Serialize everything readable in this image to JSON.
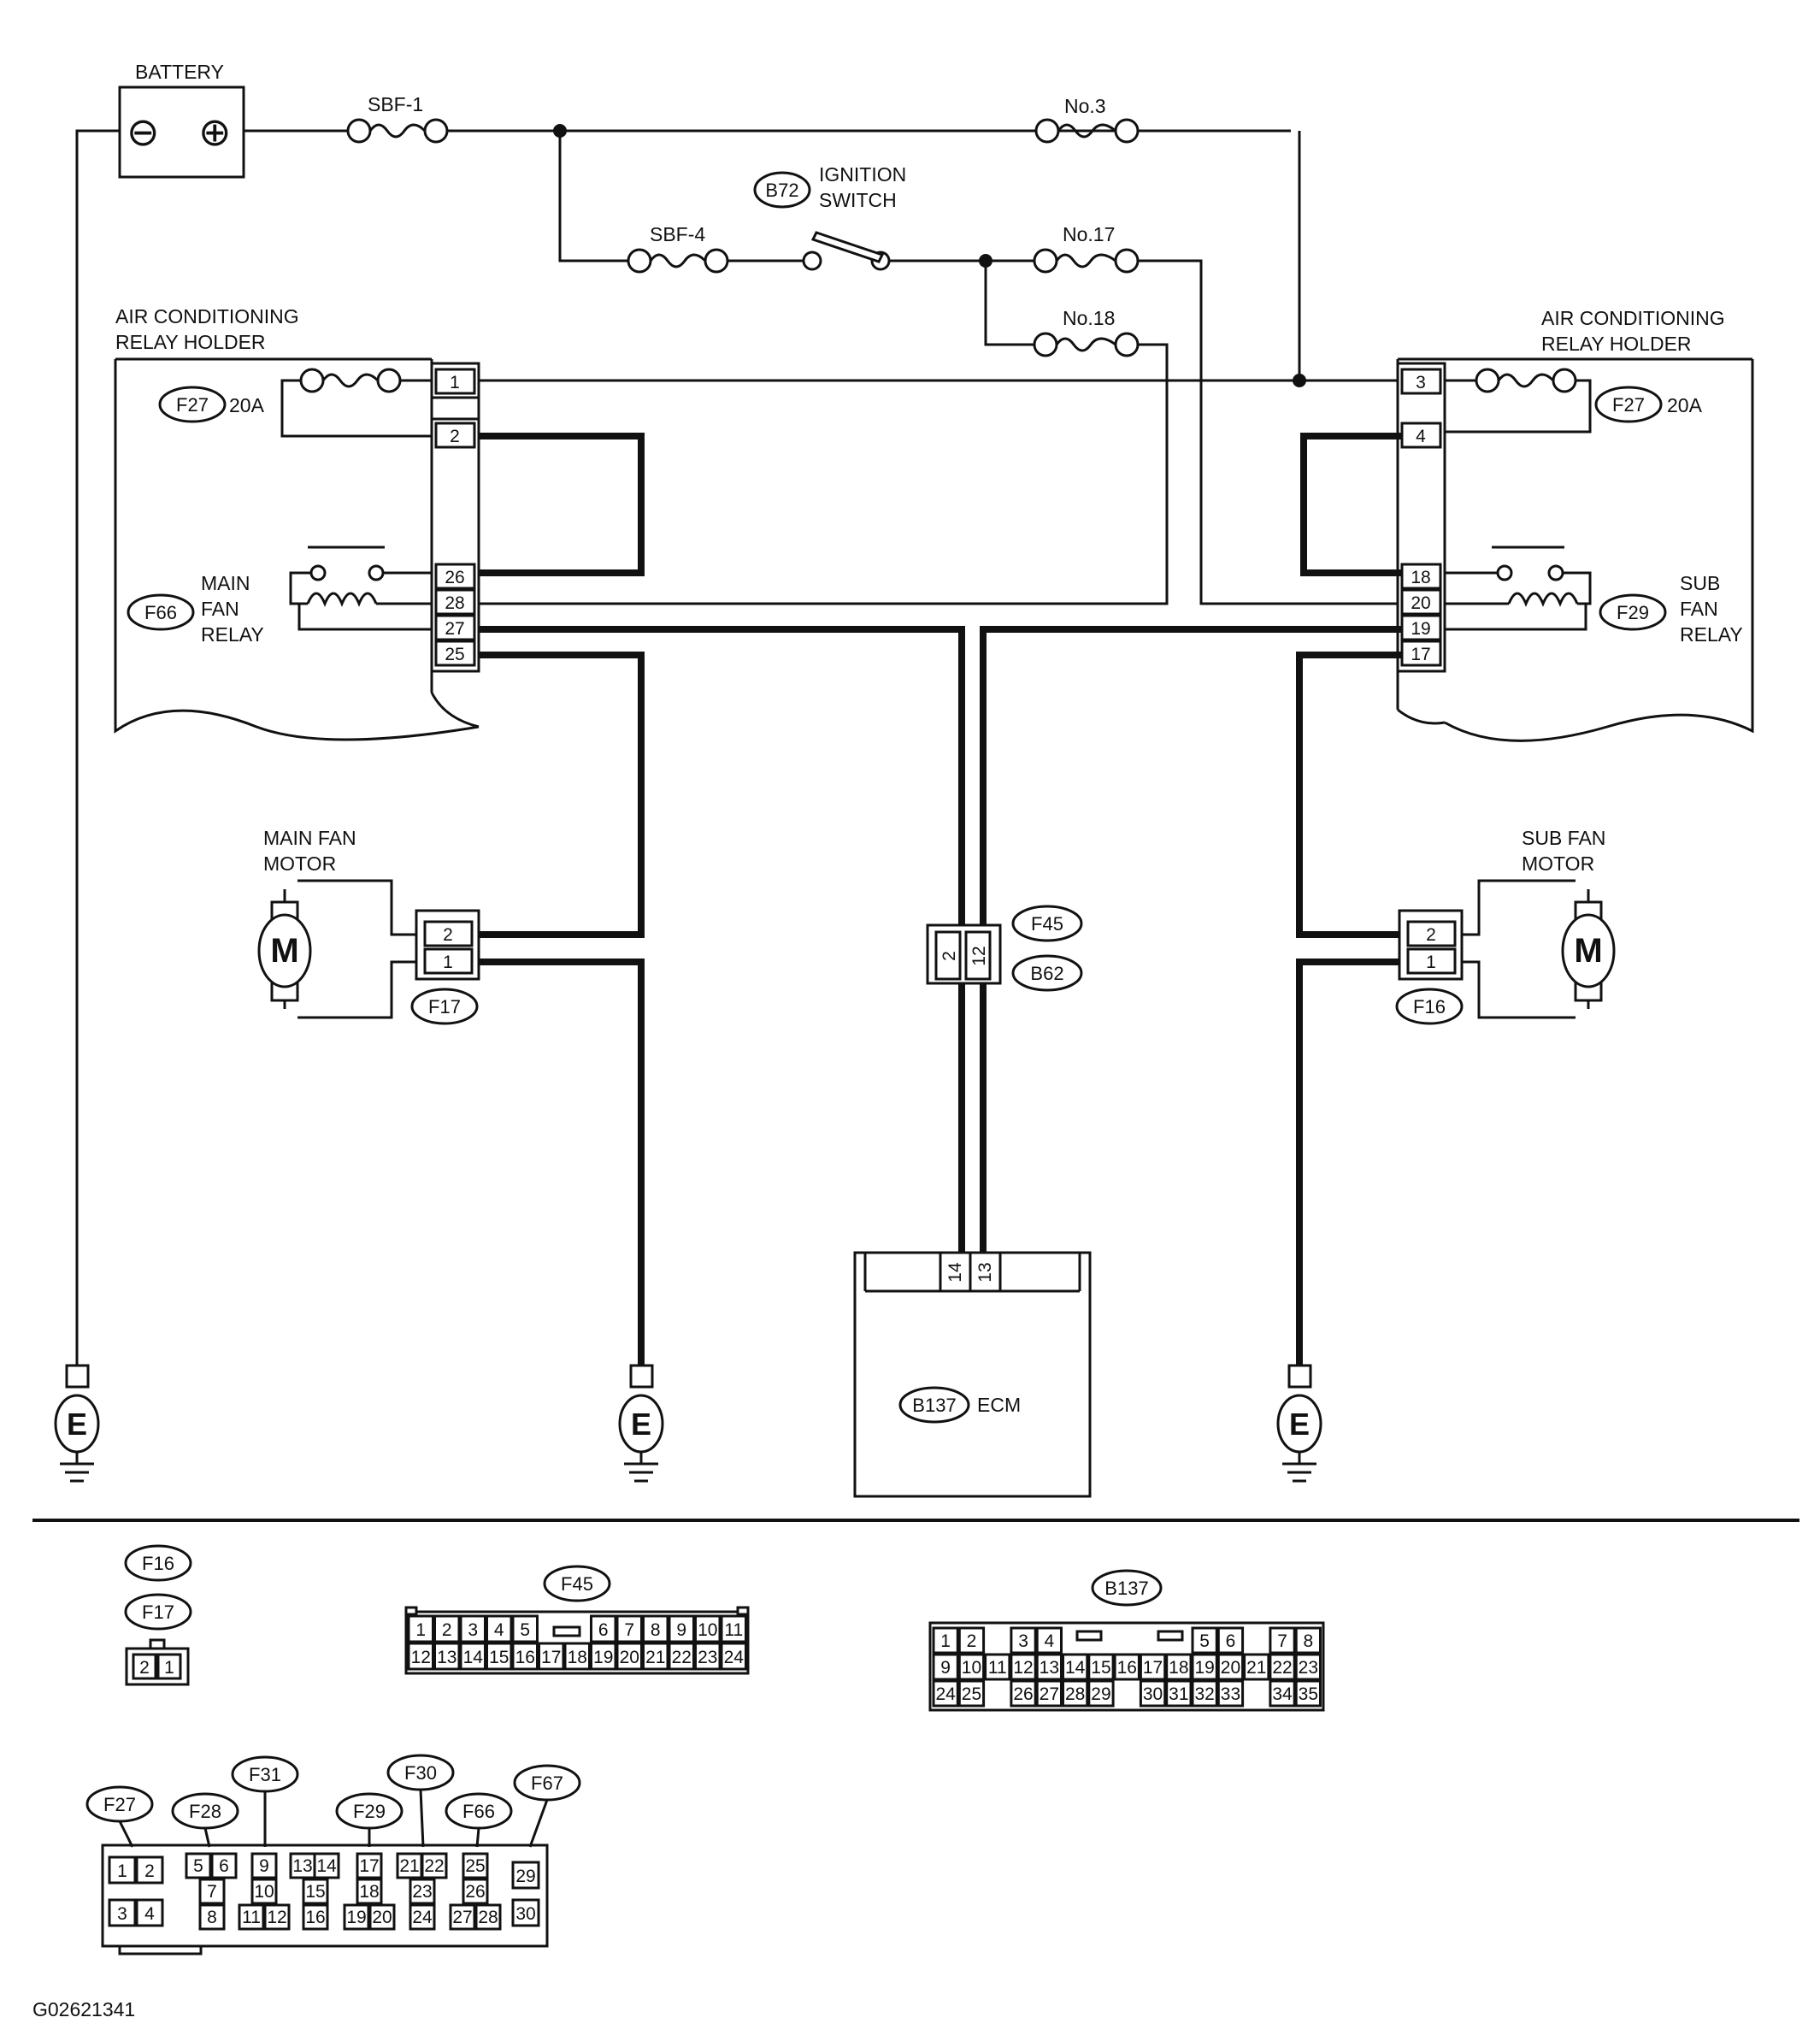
{
  "battery": {
    "label": "BATTERY",
    "minus_symbol": "⊖",
    "plus_symbol": "⊕"
  },
  "fuses": {
    "sbf1": "SBF-1",
    "sbf4": "SBF-4",
    "no3": "No.3",
    "no17": "No.17",
    "no18": "No.18"
  },
  "ignition": {
    "connector": "B72",
    "label_line1": "IGNITION",
    "label_line2": "SWITCH"
  },
  "left_relay_holder": {
    "title_line1": "AIR CONDITIONING",
    "title_line2": "RELAY HOLDER",
    "fuse_connector": "F27",
    "fuse_rating": "20A",
    "relay_connector": "F66",
    "relay_line1": "MAIN",
    "relay_line2": "FAN",
    "relay_line3": "RELAY",
    "pins": [
      "1",
      "2",
      "26",
      "28",
      "27",
      "25"
    ]
  },
  "right_relay_holder": {
    "title_line1": "AIR CONDITIONING",
    "title_line2": "RELAY HOLDER",
    "fuse_connector": "F27",
    "fuse_rating": "20A",
    "relay_connector": "F29",
    "relay_line1": "SUB",
    "relay_line2": "FAN",
    "relay_line3": "RELAY",
    "pins": [
      "3",
      "4",
      "18",
      "20",
      "19",
      "17"
    ]
  },
  "main_fan_motor": {
    "label_line1": "MAIN FAN",
    "label_line2": "MOTOR",
    "connector": "F17",
    "pins": [
      "2",
      "1"
    ],
    "symbol": "M"
  },
  "sub_fan_motor": {
    "label_line1": "SUB FAN",
    "label_line2": "MOTOR",
    "connector": "F16",
    "pins": [
      "2",
      "1"
    ],
    "symbol": "M"
  },
  "joint_connector": {
    "top": "F45",
    "bottom": "B62",
    "pins": [
      "2",
      "12"
    ]
  },
  "ecm": {
    "connector": "B137",
    "label": "ECM",
    "pins": [
      "14",
      "13"
    ]
  },
  "ground_symbol": "E",
  "legend": {
    "f16": "F16",
    "f17": "F17",
    "small_connector_pins": [
      "2",
      "1"
    ],
    "f45": {
      "label": "F45",
      "row1": [
        "1",
        "2",
        "3",
        "4",
        "5",
        "",
        "6",
        "7",
        "8",
        "9",
        "10",
        "11"
      ],
      "row2": [
        "12",
        "13",
        "14",
        "15",
        "16",
        "17",
        "18",
        "19",
        "20",
        "21",
        "22",
        "23",
        "24"
      ]
    },
    "b137": {
      "label": "B137",
      "row1": [
        "1",
        "2",
        "",
        "3",
        "4",
        "",
        "",
        "",
        "",
        "",
        "5",
        "6",
        "",
        "7",
        "8"
      ],
      "row2": [
        "9",
        "10",
        "11",
        "12",
        "13",
        "14",
        "15",
        "16",
        "17",
        "18",
        "19",
        "20",
        "21",
        "22",
        "23"
      ],
      "row3": [
        "24",
        "25",
        "",
        "26",
        "27",
        "28",
        "29",
        "",
        "30",
        "31",
        "32",
        "33",
        "",
        "34",
        "35"
      ]
    },
    "relay_holder": {
      "labels": [
        "F27",
        "F28",
        "F31",
        "F29",
        "F30",
        "F66",
        "F67"
      ],
      "f27_pins": [
        "1",
        "2",
        "3",
        "4"
      ],
      "f28_pins": [
        "5",
        "6",
        "7",
        "8"
      ],
      "f31_pins": [
        "9",
        "10",
        "11",
        "12"
      ],
      "center_pins": [
        "13",
        "14",
        "15",
        "16"
      ],
      "f29_pins": [
        "17",
        "18",
        "19",
        "20"
      ],
      "f30_pins": [
        "21",
        "22",
        "23",
        "24"
      ],
      "f66_pins": [
        "25",
        "26",
        "27",
        "28"
      ],
      "f67_pins": [
        "29",
        "30"
      ]
    }
  },
  "figure_id": "G02621341"
}
